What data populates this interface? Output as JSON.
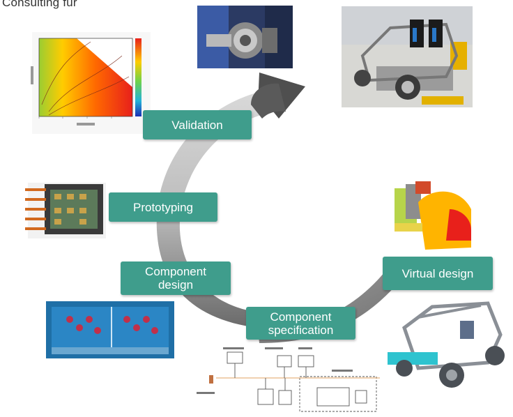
{
  "header": {
    "text": "Consulting für"
  },
  "stages": {
    "validation": "Validation",
    "prototyping": "Prototyping",
    "component_design": [
      "Component",
      "design"
    ],
    "component_specification": [
      "Component",
      "specification"
    ],
    "virtual_design": "Virtual design"
  },
  "colors": {
    "box": "#3f9d8c",
    "arrow_dark": "#555555",
    "arrow_light": "#d6d6d6"
  },
  "images": [
    "efficiency-heatmap-plot",
    "motor-test-bench-photo",
    "vehicle-chassis-test-photo",
    "power-electronics-module-photo",
    "cad-component-model",
    "pcb-layout-drawing",
    "vehicle-frame-cad-model",
    "system-block-diagram"
  ]
}
